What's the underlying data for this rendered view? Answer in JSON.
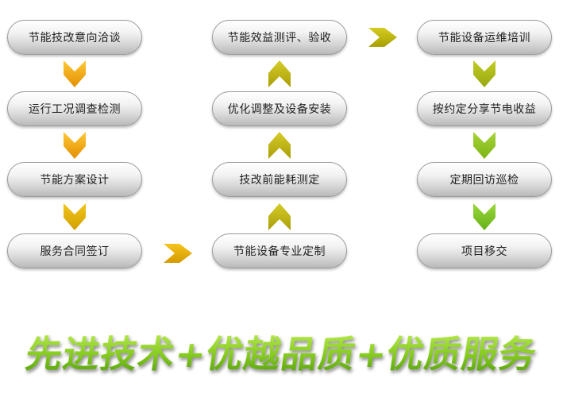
{
  "steps": {
    "col1": [
      "节能技改意向洽谈",
      "运行工况调查检测",
      "节能方案设计",
      "服务合同签订"
    ],
    "col2": [
      "节能效益测评、验收",
      "优化调整及设备安装",
      "技改前能耗测定",
      "节能设备专业定制"
    ],
    "col3": [
      "节能设备运维培训",
      "按约定分享节电收益",
      "定期回访巡检",
      "项目移交"
    ]
  },
  "slogan": "先进技术+优越品质+优质服务",
  "colors": {
    "arrow_orange": "#f0a400",
    "arrow_olive": "#b8ae10",
    "arrow_green": "#8cc820",
    "slogan_green": "#86cc1e"
  },
  "icons": {
    "down": "chevron-down-icon",
    "up": "chevron-up-icon",
    "right": "chevron-right-icon"
  }
}
